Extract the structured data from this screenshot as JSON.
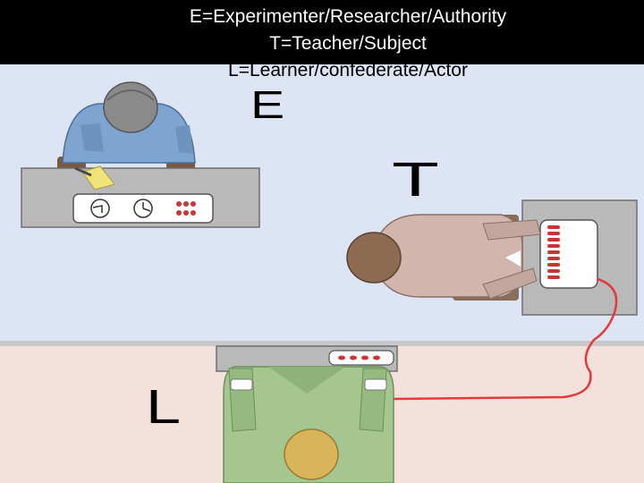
{
  "title": {
    "line1": "E=Experimenter/Researcher/Authority",
    "line2": "T=Teacher/Subject",
    "line3": "L=Learner/confederate/Actor"
  },
  "labels": {
    "experimenter": "E",
    "teacher": "T",
    "learner": "L"
  },
  "colors": {
    "title_bar": "#000000",
    "upper_room": "#dde4f4",
    "lower_room": "#f5e1dc",
    "desk": "#b9b9b9",
    "experimenter_shirt": "#7ea4d1",
    "teacher_shirt": "#d2b6ad",
    "learner_shirt": "#a5c68f",
    "wire": "#e23b3b",
    "buttons": "#cc3333"
  }
}
